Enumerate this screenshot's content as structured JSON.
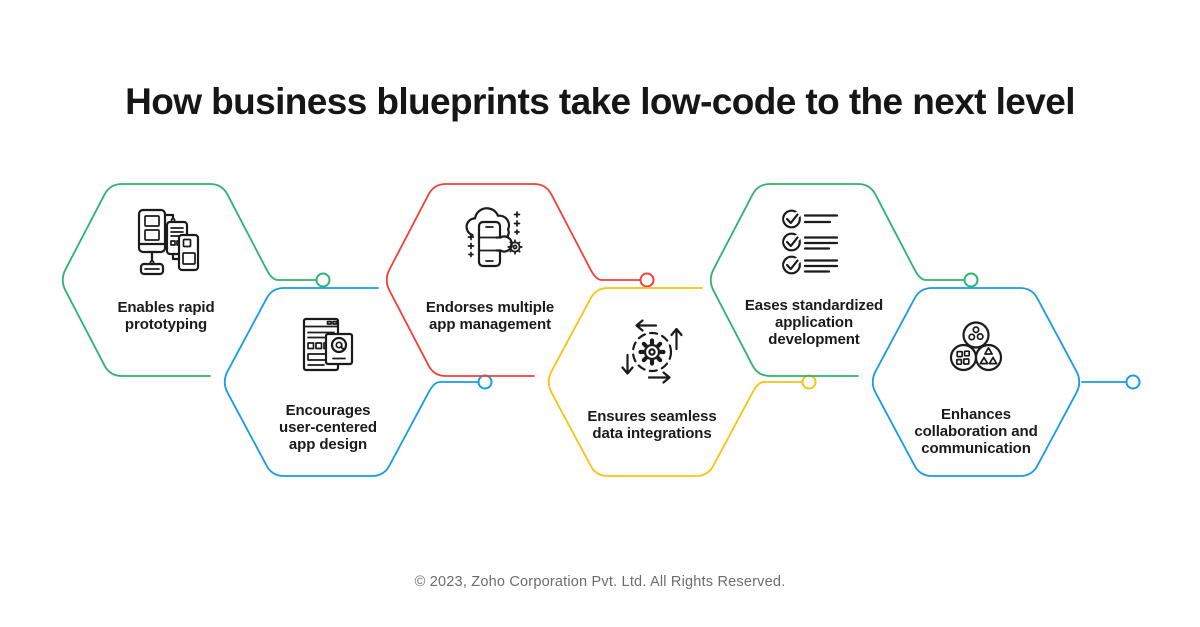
{
  "title": "How business blueprints take low-code to the next level",
  "footer": "© 2023, Zoho Corporation Pvt. Ltd. All Rights Reserved.",
  "colors": {
    "green": "#2eb26d",
    "blue": "#169de4",
    "red": "#f2403a",
    "yellow": "#fdc111",
    "ink": "#1b1b1b",
    "muted": "#6d6d6d"
  },
  "items": [
    {
      "icon": "devices-prototype-icon",
      "color": "green",
      "lines": [
        "Enables rapid",
        "prototyping"
      ]
    },
    {
      "icon": "wireframe-design-icon",
      "color": "blue",
      "lines": [
        "Encourages",
        "user-centered",
        "app design"
      ]
    },
    {
      "icon": "cloud-phone-settings-icon",
      "color": "red",
      "lines": [
        "Endorses multiple",
        "app management"
      ]
    },
    {
      "icon": "gear-sync-arrows-icon",
      "color": "yellow",
      "lines": [
        "Ensures seamless",
        "data integrations"
      ]
    },
    {
      "icon": "checklist-icon",
      "color": "green",
      "lines": [
        "Eases standardized",
        "application",
        "development"
      ]
    },
    {
      "icon": "shapes-collaboration-icon",
      "color": "blue",
      "lines": [
        "Enhances",
        "collaboration and",
        "communication"
      ]
    }
  ]
}
